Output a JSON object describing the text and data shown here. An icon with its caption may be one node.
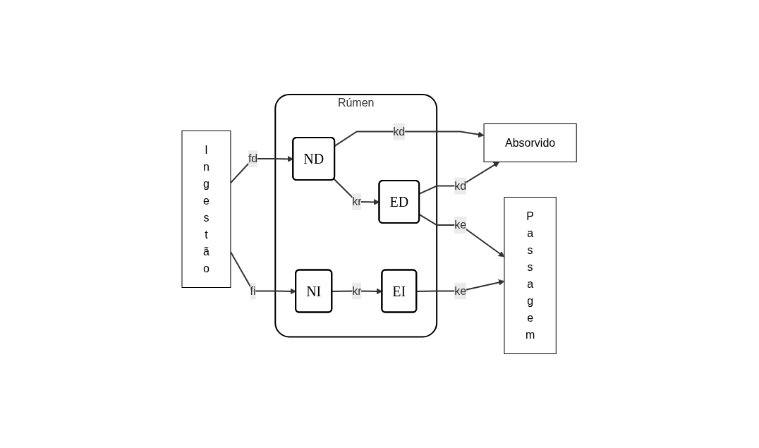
{
  "diagram": {
    "nodes": [
      {
        "text": [
          "Ingestão"
        ]
      },
      {
        "text": [
          "Absorvido"
        ]
      },
      {
        "text": [
          "Rúmen"
        ]
      },
      {
        "text": [
          "ND"
        ],
        "in": 2
      },
      {
        "text": [
          "NI"
        ],
        "in": 2
      },
      {
        "text": [
          "ED"
        ],
        "in": 2
      },
      {
        "text": [
          "EI"
        ],
        "in": 2
      },
      {
        "text": [
          "Passagem"
        ]
      }
    ],
    "edges": [
      {
        "from": 0,
        "to": 3,
        "arrow": "to",
        "label": "fd"
      },
      {
        "from": 0,
        "to": 4,
        "arrow": "to",
        "label": "fi"
      },
      {
        "from": 3,
        "to": 1,
        "arrow": "to",
        "label": "kd"
      },
      {
        "from": 5,
        "to": 1,
        "arrow": "to",
        "label": "kd"
      },
      {
        "from": 3,
        "to": 5,
        "arrow": "to",
        "label": "kr"
      },
      {
        "from": 4,
        "to": 6,
        "arrow": "to",
        "label": "kr"
      },
      {
        "from": 5,
        "to": 7,
        "arrow": "to",
        "label": "ke"
      },
      {
        "from": 6,
        "to": 7,
        "arrow": "to",
        "label": "ke"
      }
    ]
  }
}
